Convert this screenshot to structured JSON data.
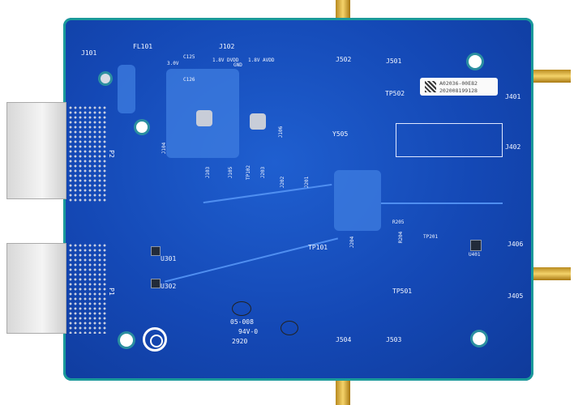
{
  "board": {
    "colors": {
      "pcb": "#1448b5",
      "silkscreen": "#f2f6ff",
      "connector_gold": "#d9b040",
      "header_gray": "#e0e0e0"
    },
    "labels": {
      "j101": "J101",
      "fl101": "FL101",
      "j102": "J102",
      "c125": "C125",
      "c126": "C126",
      "v30": "3.0V",
      "dvdd": "1.8V DVDD",
      "gnd": "GND",
      "avdd": "1.8V AVDD",
      "j502": "J502",
      "j501": "J501",
      "j401": "J401",
      "j402": "J402",
      "tp502": "TP502",
      "y505": "Y505",
      "j104": "J104",
      "j103": "J103",
      "j105": "J105",
      "tp102": "TP102",
      "j203": "J203",
      "j202": "J202",
      "j201": "J201",
      "j106": "J106",
      "j204": "J204",
      "tp101": "TP101",
      "r204": "R204",
      "r205": "R205",
      "tp201": "TP201",
      "j406": "J406",
      "j405": "J405",
      "tp501": "TP501",
      "j504": "J504",
      "j503": "J503",
      "u301": "U301",
      "u302": "U302",
      "u401": "U401",
      "p2": "P2",
      "p1": "P1"
    },
    "marking": {
      "line1": "05-008",
      "line2": "94V-0",
      "line3": "2920"
    },
    "sticker": {
      "part": "A02036-00E82",
      "serial": "202008199128"
    }
  }
}
